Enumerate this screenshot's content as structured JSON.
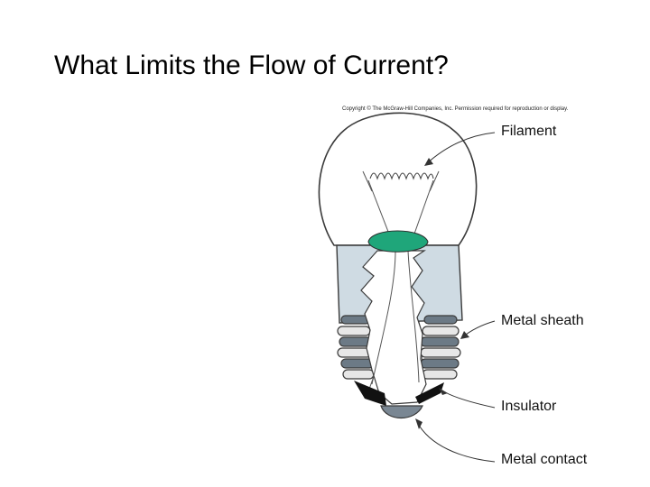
{
  "slide": {
    "title": "What Limits the Flow of Current?"
  },
  "figure": {
    "copyright": "Copyright © The McGraw-Hill Companies, Inc. Permission required for reproduction or display.",
    "labels": {
      "filament": "Filament",
      "metal_sheath": "Metal sheath",
      "insulator": "Insulator",
      "metal_contact": "Metal contact"
    }
  },
  "colors": {
    "glass_outline": "#3a3a3a",
    "sheath_fill": "#cfdbe3",
    "support_bead": "#1fa67a",
    "thread_dark": "#6c7a86",
    "thread_light": "#e7e7e7",
    "insulator": "#111111",
    "contact": "#7a8793"
  }
}
